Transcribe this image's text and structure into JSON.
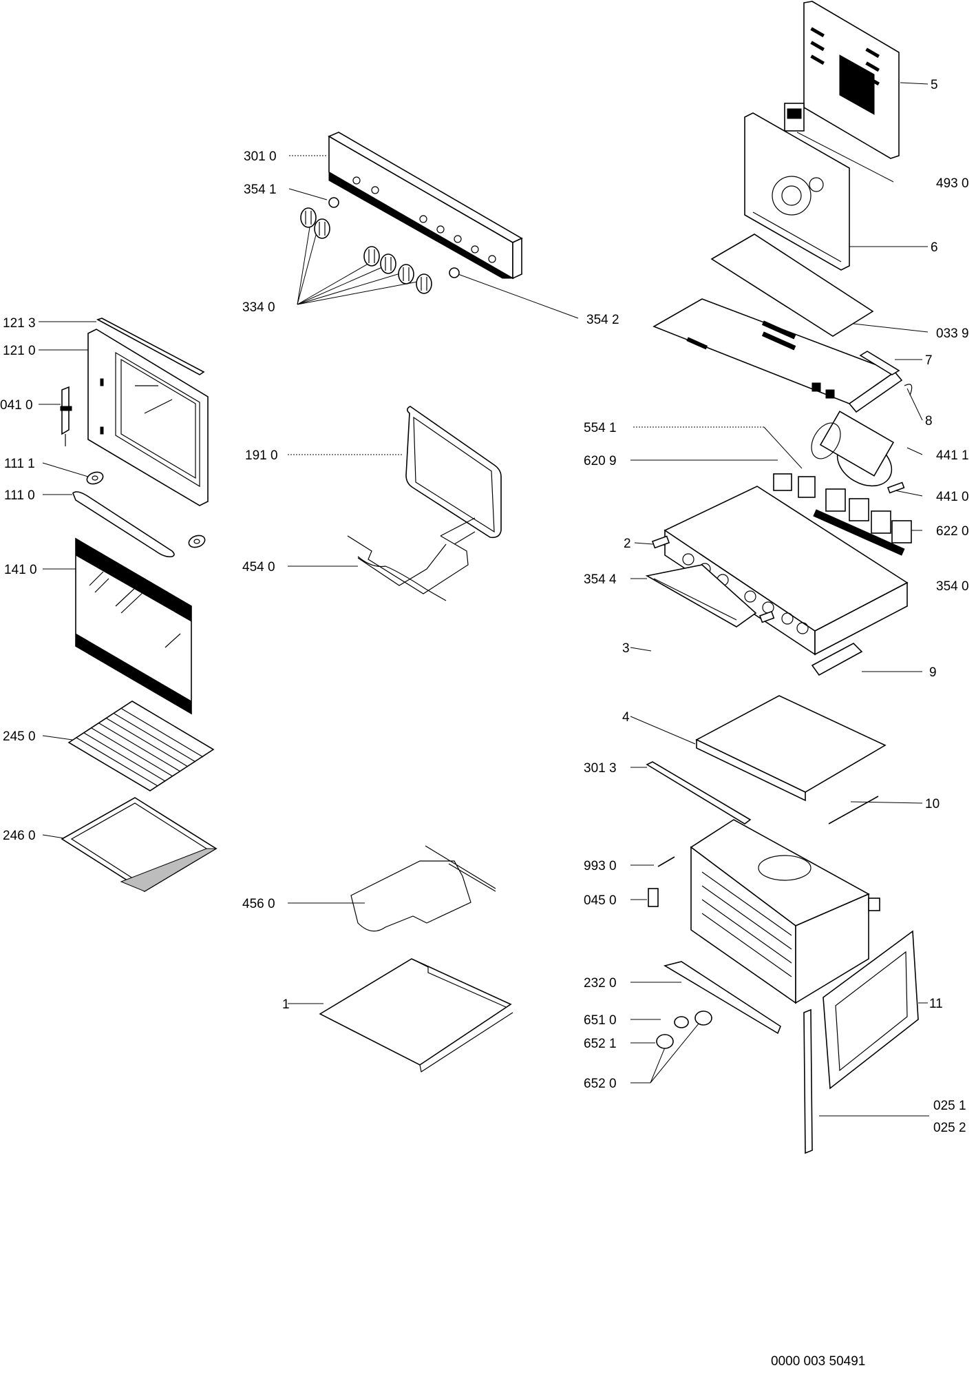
{
  "labels": {
    "p3010": "301 0",
    "p3541": "354 1",
    "p3340": "334 0",
    "p3542": "354 2",
    "p1213": "121 3",
    "p1210": "121 0",
    "p0410": "041 0",
    "p1111": "111 1",
    "p1110": "111 0",
    "p1410": "141 0",
    "p2450": "245 0",
    "p2460": "246 0",
    "p1910": "191 0",
    "p4540": "454 0",
    "p4560": "456 0",
    "p1": "1",
    "p5": "5",
    "p4930": "493 0",
    "p6": "6",
    "p0339": "033 9",
    "p7": "7",
    "p8": "8",
    "p5541": "554 1",
    "p6209": "620 9",
    "p4411": "441 1",
    "p4410": "441 0",
    "p6220": "622 0",
    "p2": "2",
    "p3544": "354 4",
    "p3540": "354 0",
    "p3": "3",
    "p9": "9",
    "p4": "4",
    "p3013": "301 3",
    "p10": "10",
    "p9930": "993 0",
    "p0450": "045 0",
    "p2320": "232 0",
    "p6510": "651 0",
    "p6521": "652 1",
    "p6520": "652 0",
    "p11": "11",
    "p0251": "025 1",
    "p0252": "025 2"
  },
  "reference": "0000 003 50491"
}
